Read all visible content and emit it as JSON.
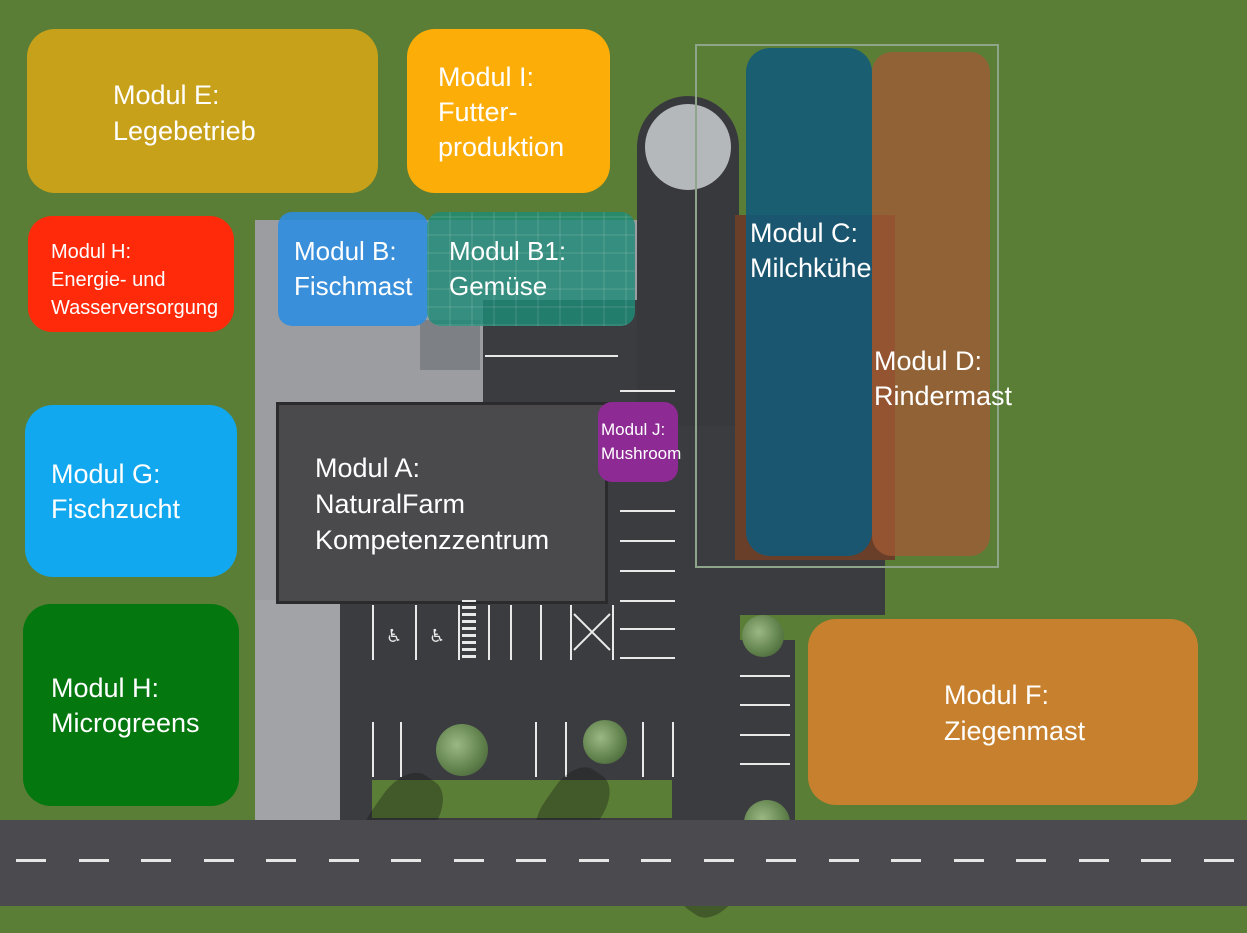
{
  "colors": {
    "grass": "#5b7e36",
    "road": "#4b4b4f",
    "asphalt": "#3b3c40",
    "modul_e": "#c8a11a",
    "modul_i": "#fdad07",
    "modul_h_energy": "#ff2a0a",
    "modul_b": "#2b8de1",
    "modul_b1": "#1e8b78",
    "modul_c": "#105a7a",
    "modul_d": "#a05a34",
    "modul_j": "#8e2a94",
    "modul_g": "#12a8ef",
    "modul_h_micro": "#04770f",
    "modul_f": "#c7812e"
  },
  "icons": [
    "wheelchair-icon"
  ],
  "modules": {
    "e": {
      "line1": "Modul E:",
      "line2": "Legebetrieb"
    },
    "i": {
      "line1": "Modul I:",
      "line2": "Futter-",
      "line3": "produktion"
    },
    "h_energy": {
      "line1": "Modul H:",
      "line2": "Energie- und",
      "line3": "Wasserversorgung"
    },
    "b": {
      "line1": "Modul B:",
      "line2": "Fischmast"
    },
    "b1": {
      "line1": "Modul B1:",
      "line2": "Gemüse"
    },
    "c": {
      "line1": "Modul C:",
      "line2": "Milchkühe"
    },
    "d": {
      "line1": "Modul D:",
      "line2": "Rindermast"
    },
    "j": {
      "line1": "Modul J:",
      "line2": "Mushroom"
    },
    "a": {
      "line1": "Modul A:",
      "line2": "NaturalFarm",
      "line3": "Kompetenzzentrum"
    },
    "g": {
      "line1": "Modul G:",
      "line2": "Fischzucht"
    },
    "h_micro": {
      "line1": "Modul H:",
      "line2": "Microgreens"
    },
    "f": {
      "line1": "Modul F:",
      "line2": "Ziegenmast"
    }
  }
}
